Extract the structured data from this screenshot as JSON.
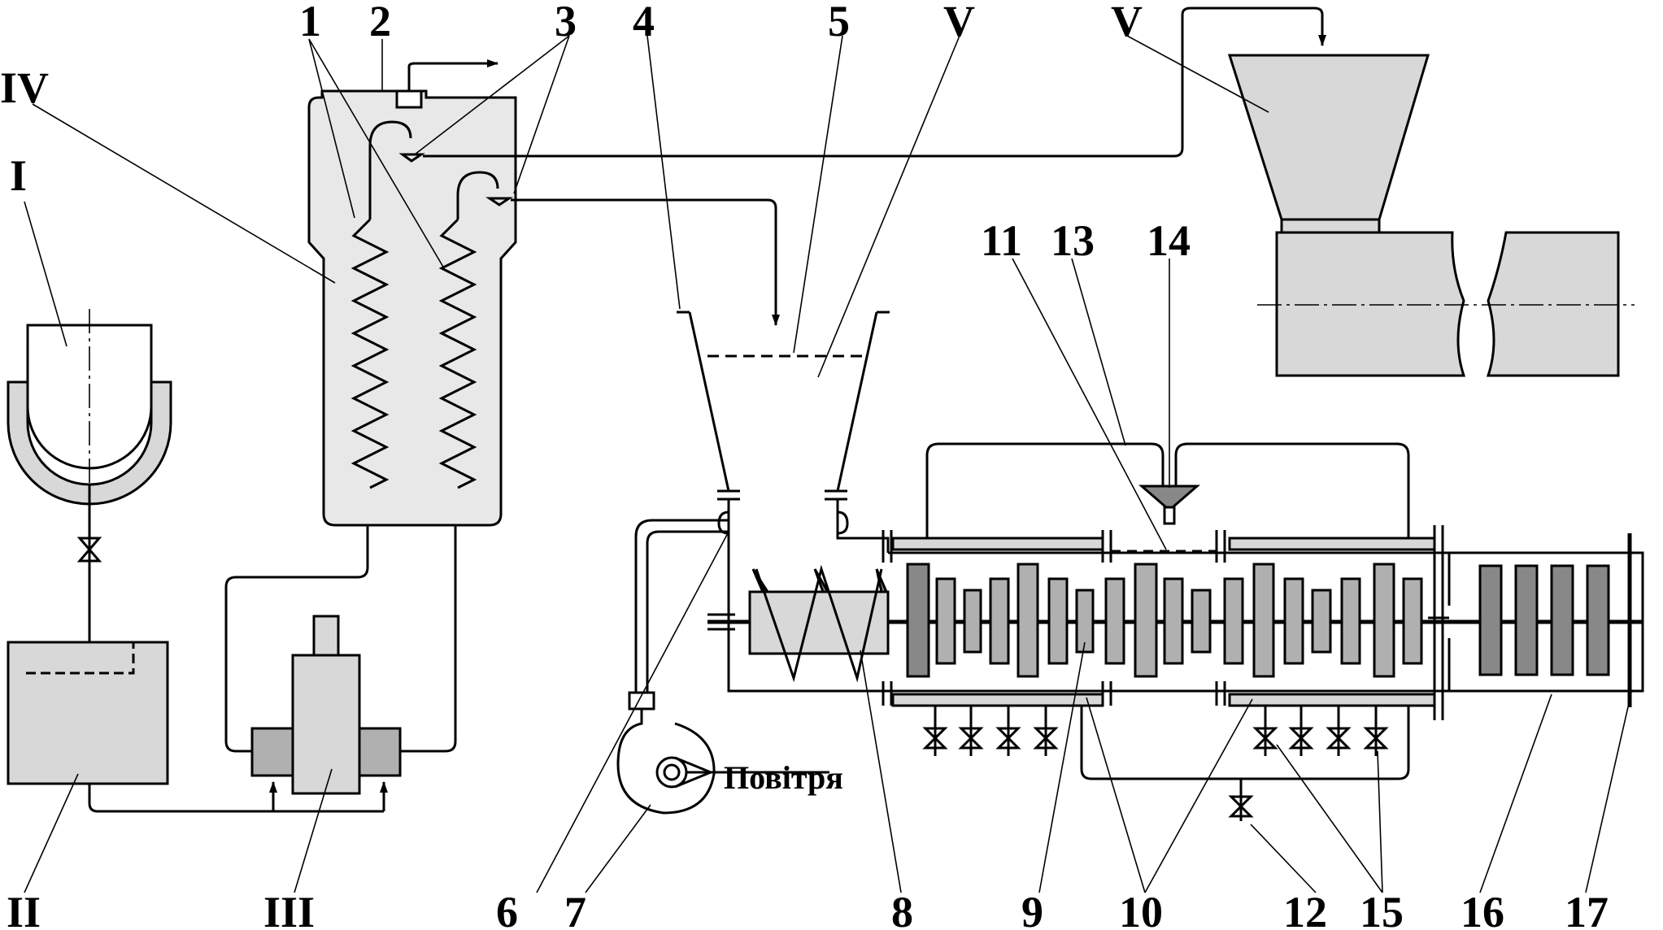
{
  "labels": {
    "n1": "1",
    "n2": "2",
    "n3": "3",
    "n4": "4",
    "n5": "5",
    "n6": "6",
    "n7": "7",
    "n8": "8",
    "n9": "9",
    "n10": "10",
    "n11": "11",
    "n12": "12",
    "n13": "13",
    "n14": "14",
    "n15": "15",
    "n16": "16",
    "n17": "17",
    "rI": "I",
    "rII": "II",
    "rIII": "III",
    "rIV": "IV",
    "rV1": "V",
    "rV2": "V"
  },
  "annotations": {
    "air": "Повітря"
  }
}
